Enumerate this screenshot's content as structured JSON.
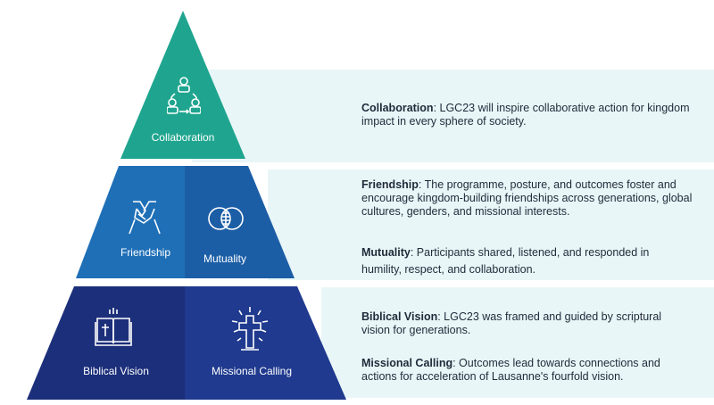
{
  "pyramid": {
    "top": {
      "label": "Collaboration",
      "icon": "people-cycle-icon",
      "color": "#1fa58f"
    },
    "middle": [
      {
        "label": "Friendship",
        "icon": "handshake-icon",
        "color": "#1f6fb7"
      },
      {
        "label": "Mutuality",
        "icon": "overlapping-circles-icon",
        "color": "#1c5ea6"
      }
    ],
    "bottom": [
      {
        "label": "Biblical Vision",
        "icon": "open-bible-icon",
        "color": "#1c2f7a"
      },
      {
        "label": "Missional Calling",
        "icon": "radiant-cross-icon",
        "color": "#1f3a8e"
      }
    ]
  },
  "descriptions": {
    "collaboration": {
      "term": "Collaboration",
      "text": ": LGC23 will inspire collaborative action for kingdom impact in every sphere of society."
    },
    "friendship": {
      "term": "Friendship",
      "text": ": The programme, posture, and outcomes foster and encourage kingdom-building friendships across generations, global cultures, genders, and missional interests."
    },
    "mutuality": {
      "term": "Mutuality",
      "text": ": Participants shared, listened, and responded in humility, respect, and collaboration."
    },
    "biblical_vision": {
      "term": "Biblical Vision",
      "text": ": LGC23 was framed and guided by scriptural vision for generations."
    },
    "missional_calling": {
      "term": "Missional Calling",
      "text": ": Outcomes lead towards connections and actions for acceleration of Lausanne's fourfold vision."
    }
  }
}
